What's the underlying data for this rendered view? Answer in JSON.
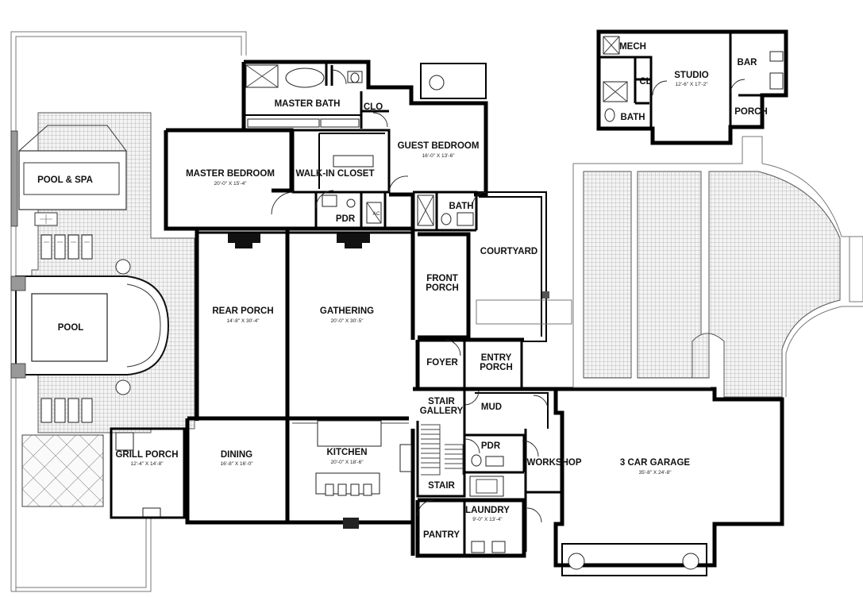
{
  "rooms": {
    "master_bath": {
      "name": "MASTER BATH"
    },
    "clo": {
      "name": "CLO"
    },
    "guest_bedroom": {
      "name": "GUEST BEDROOM",
      "dims": "16'-0\" X 13'-6\""
    },
    "master_bedroom": {
      "name": "MASTER BEDROOM",
      "dims": "20'-0\" X 15'-4\""
    },
    "walk_in_closet": {
      "name": "WALK-IN CLOSET"
    },
    "pdr_upper": {
      "name": "PDR"
    },
    "ac": {
      "name": "AC"
    },
    "bath_guest": {
      "name": "BATH"
    },
    "pool_spa": {
      "name": "POOL & SPA"
    },
    "pool": {
      "name": "POOL"
    },
    "courtyard": {
      "name": "COURTYARD"
    },
    "front_porch": {
      "name": "FRONT\nPORCH",
      "line1": "FRONT",
      "line2": "PORCH"
    },
    "rear_porch": {
      "name": "REAR PORCH",
      "dims": "14'-8\" X 30'-4\""
    },
    "gathering": {
      "name": "GATHERING",
      "dims": "20'-0\" X 30'-5\""
    },
    "foyer": {
      "name": "FOYER"
    },
    "entry_porch": {
      "line1": "ENTRY",
      "line2": "PORCH"
    },
    "stair_gallery": {
      "line1": "STAIR",
      "line2": "GALLERY"
    },
    "mud": {
      "name": "MUD"
    },
    "pdr_lower": {
      "name": "PDR"
    },
    "grill_porch": {
      "name": "GRILL PORCH",
      "dims": "12'-4\" X 14'-8\""
    },
    "dining": {
      "name": "DINING",
      "dims": "16'-8\" X 16'-0\""
    },
    "kitchen": {
      "name": "KITCHEN",
      "dims": "20'-0\" X 18'-6\""
    },
    "stair": {
      "name": "STAIR"
    },
    "laundry": {
      "name": "LAUNDRY",
      "dims": "9'-0\" X 13'-4\""
    },
    "pantry": {
      "name": "PANTRY"
    },
    "workshop": {
      "name": "WORKSHOP"
    },
    "garage": {
      "name": "3 CAR GARAGE",
      "dims": "35'-8\" X 24'-8\""
    },
    "mech": {
      "name": "MECH"
    },
    "studio": {
      "name": "STUDIO",
      "dims": "12'-6\" X 17'-2\""
    },
    "bar": {
      "name": "BAR"
    },
    "cl": {
      "name": "CL"
    },
    "bath_studio": {
      "name": "BATH"
    },
    "porch_studio": {
      "name": "PORCH"
    }
  }
}
